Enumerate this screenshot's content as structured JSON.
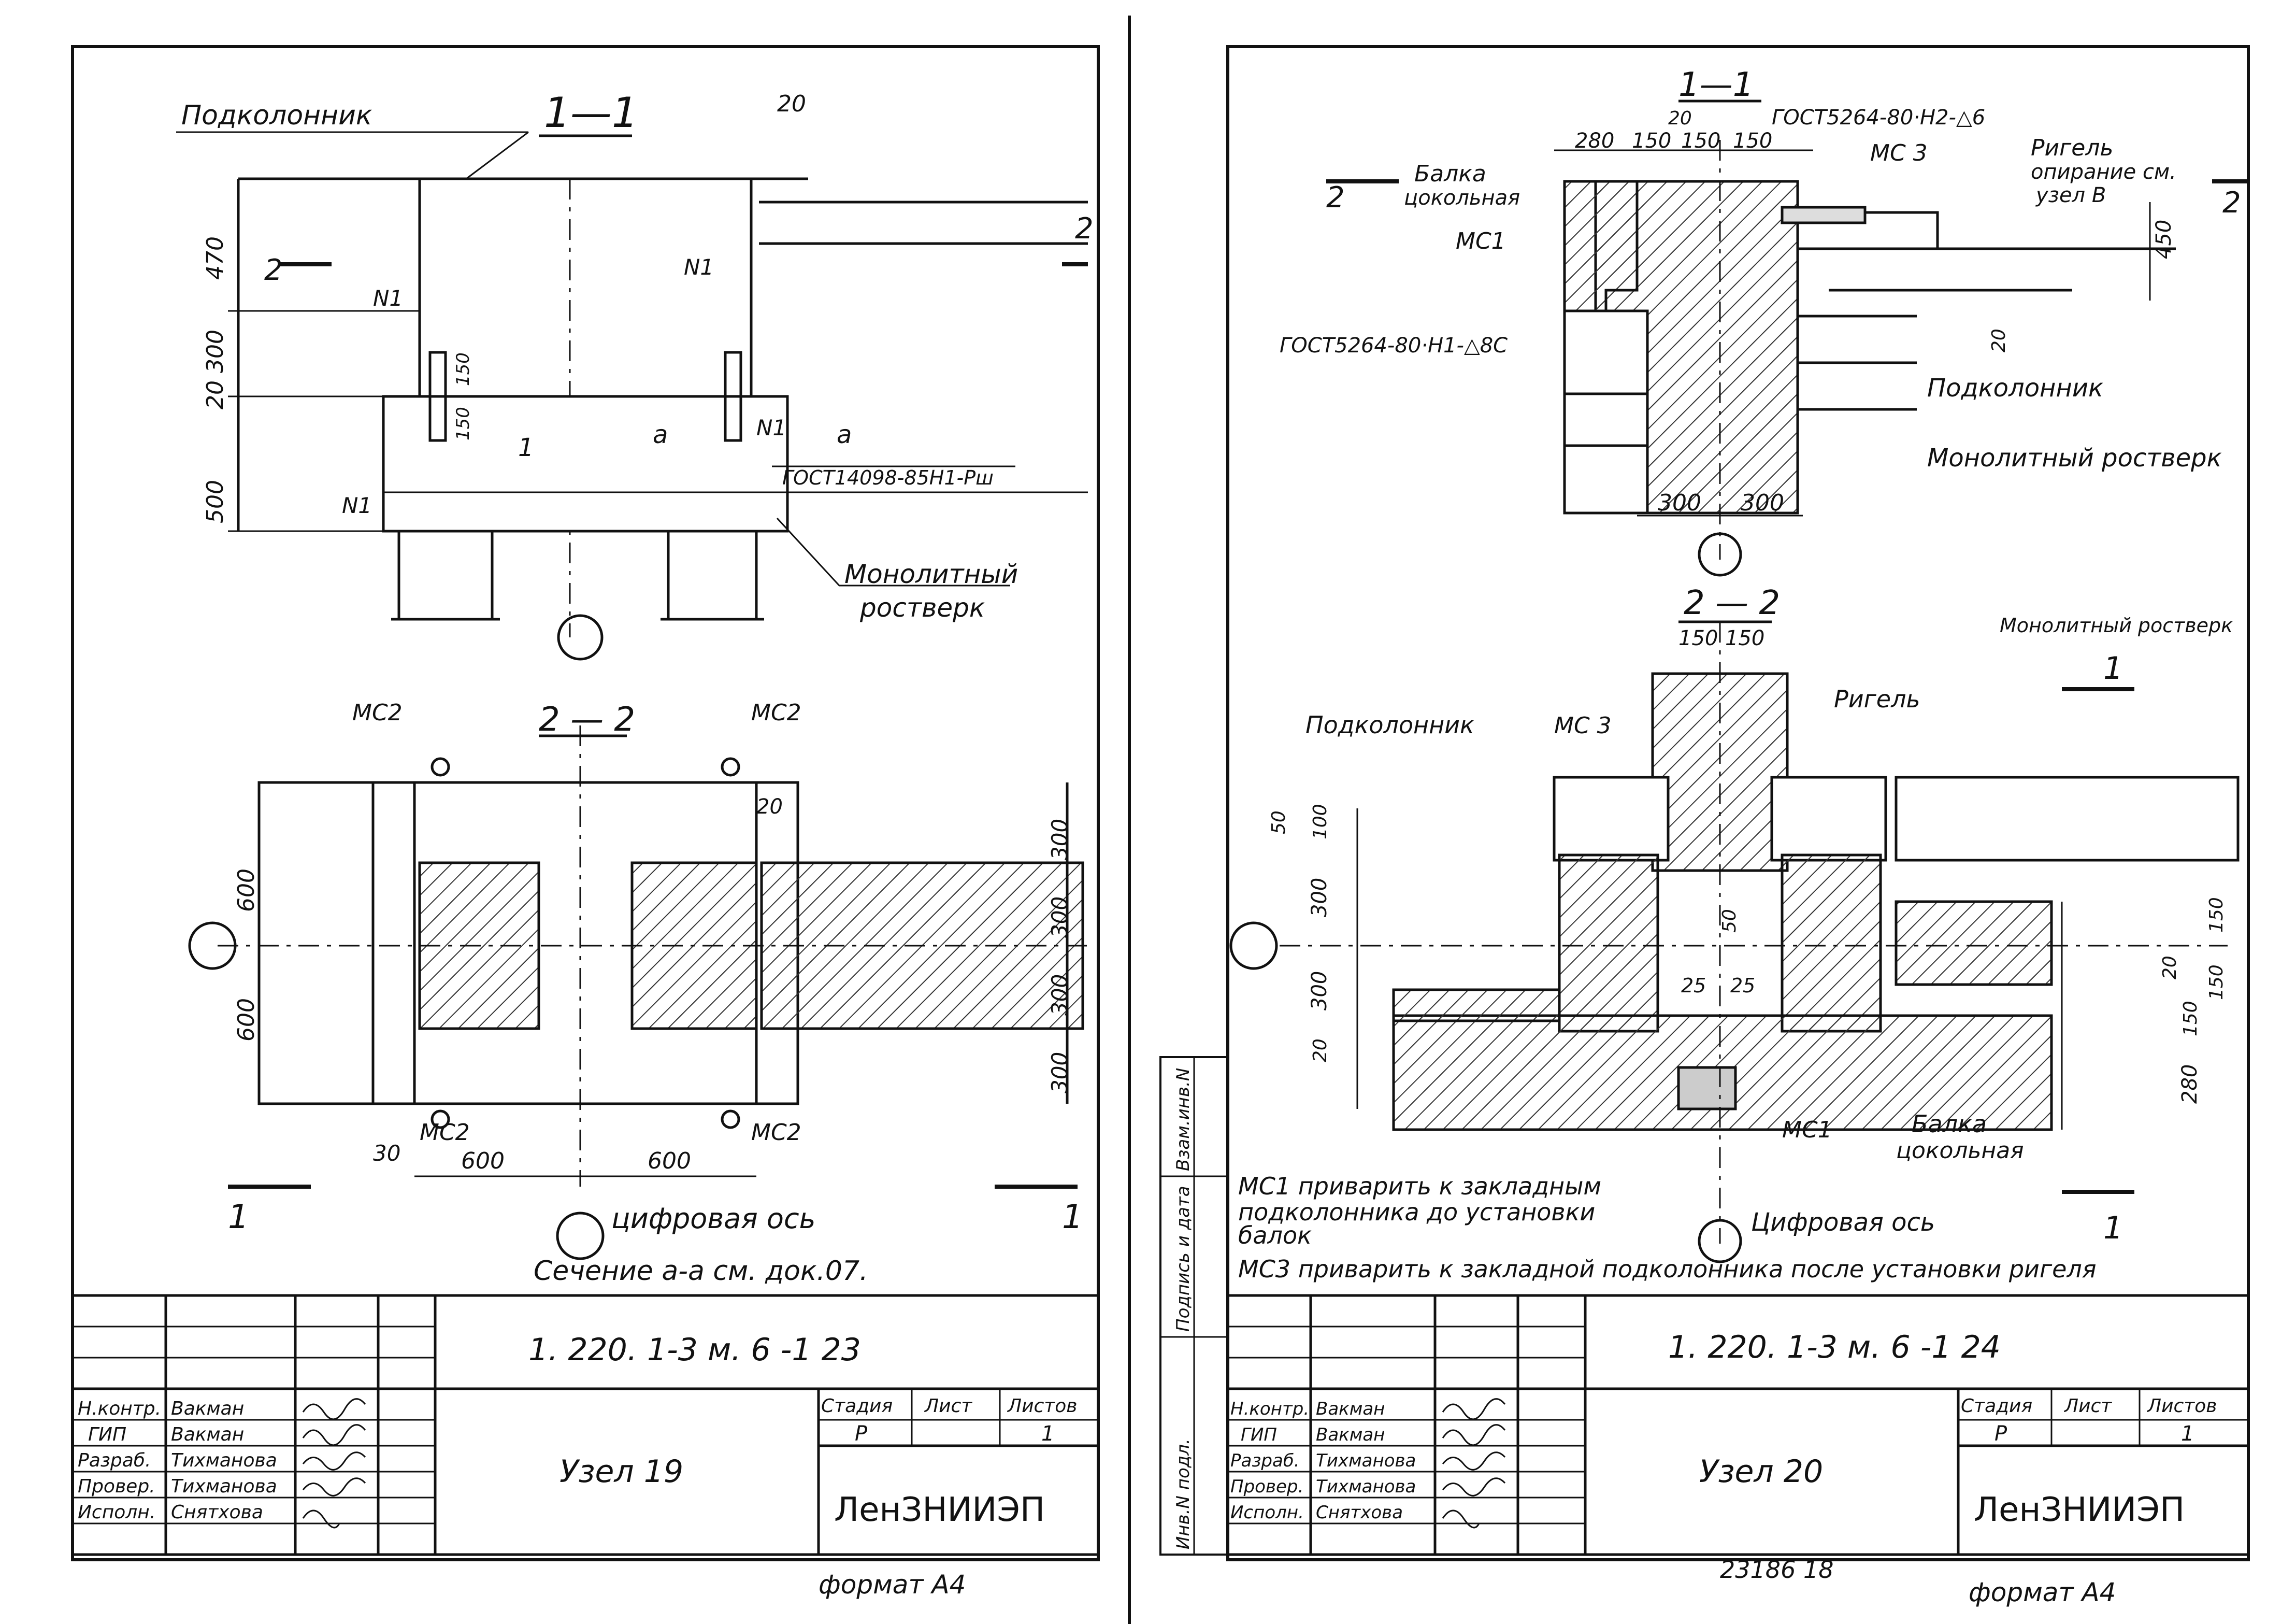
{
  "colors": {
    "ink": "#111111",
    "paper": "#ffffff",
    "hatch": "#333333"
  },
  "left_sheet": {
    "section_1_1": {
      "title": "1—1",
      "label_podkolonnik": "Подколонник",
      "label_rostverk_1": "Монолитный",
      "label_rostverk_2": "ростверк",
      "gost": "ГОСТ14098-85Н1-Рш",
      "n1_a": "N1",
      "n1_b": "N1",
      "n1_c": "N1",
      "n1_d": "N1",
      "callout_1": "1",
      "section_a_left": "а",
      "section_a_right": "а",
      "marker_2_left": "2",
      "marker_2_right": "2",
      "dim_20_top": "20",
      "dim_470": "470",
      "dim_300": "300",
      "dim_20": "20",
      "dim_500": "500",
      "dim_150a": "150",
      "dim_150b": "150"
    },
    "section_2_2": {
      "title": "2 — 2",
      "mc2_tl": "МС2",
      "mc2_tr": "МС2",
      "mc2_bl": "МС2",
      "mc2_br": "МС2",
      "dim_600_top": "600",
      "dim_600_bot": "600",
      "dim_20": "20",
      "dim_300_1": "300",
      "dim_300_2": "300",
      "dim_300_3": "300",
      "dim_300_4": "300",
      "dim_30": "30",
      "dim_600_h1": "600",
      "dim_600_h2": "600",
      "marker_1_left": "1",
      "marker_1_right": "1",
      "axis_label": "цифровая ось"
    },
    "note": "Сечение а-а см. док.07.",
    "title_block": {
      "code": "1. 220. 1-3 м. 6 -1   23",
      "title": "Узел 19",
      "roles": [
        "Н.контр.",
        "ГИП",
        "Разраб.",
        "Провер.",
        "Исполн."
      ],
      "names": [
        "Вакман",
        "Вакман",
        "Тихманова",
        "Тихманова",
        "Снятхова"
      ],
      "stage_header": "Стадия",
      "sheet_header": "Лист",
      "sheets_header": "Листов",
      "stage": "Р",
      "sheet": "1",
      "org": "ЛенЗНИИЭП"
    },
    "format": "формат А4"
  },
  "right_sheet": {
    "section_1_1": {
      "title": "1—1",
      "gost_top": "ГОСТ5264-80·Н2-△6",
      "mc3": "МС 3",
      "label_rigel_1": "Ригель",
      "label_rigel_2": "опирание см.",
      "label_rigel_3": "узел В",
      "label_balka_1": "Балка",
      "label_balka_2": "цокольная",
      "mc1": "МС1",
      "gost_left": "ГОСТ5264-80·Н1-△8С",
      "label_podkolonnik": "Подколонник",
      "label_rostverk": "Монолитный ростверк",
      "dim_20": "20",
      "dim_280": "280",
      "dim_150a": "150",
      "dim_150b": "150",
      "dim_150c": "150",
      "dim_450": "450",
      "dim_20_side": "20",
      "dim_300a": "300",
      "dim_300b": "300",
      "marker_2_left": "2",
      "marker_2_right": "2"
    },
    "section_2_2": {
      "title": "2 — 2",
      "dim_150a": "150",
      "dim_150b": "150",
      "label_podkolonnik": "Подколонник",
      "mc3": "МС 3",
      "label_rigel": "Ригель",
      "label_rostverk": "Монолитный ростверк",
      "dim_50": "50",
      "dim_100": "100",
      "dim_300a": "300",
      "dim_300b": "300",
      "dim_20": "20",
      "dim_50_mid": "50",
      "dim_25a": "25",
      "dim_25b": "25",
      "dim_150c": "150",
      "dim_150d": "150",
      "dim_20r": "20",
      "dim_150e": "150",
      "dim_280": "280",
      "mc1": "МС1",
      "label_balka_1": "Балка",
      "label_balka_2": "цокольная",
      "marker_1_top": "1",
      "marker_1_bot": "1",
      "axis_label": "Цифровая ось"
    },
    "notes": [
      "МС1 приварить к закладным",
      "подколонника до установки",
      "балок",
      "МС3 приварить к закладной подколонника после установки ригеля"
    ],
    "side_stamp": [
      "Инв.N подл.",
      "Подпись и дата",
      "Взам.инв.N"
    ],
    "title_block": {
      "code": "1. 220. 1-3 м. 6 -1      24",
      "title": "Узел 20",
      "roles": [
        "Н.контр.",
        "ГИП",
        "Разраб.",
        "Провер.",
        "Исполн."
      ],
      "names": [
        "Вакман",
        "Вакман",
        "Тихманова",
        "Тихманова",
        "Снятхова"
      ],
      "stage_header": "Стадия",
      "sheet_header": "Лист",
      "sheets_header": "Листов",
      "stage": "Р",
      "sheet": "1",
      "org": "ЛенЗНИИЭП"
    },
    "bottom_numbers": "23186    18",
    "format": "формат А4"
  }
}
